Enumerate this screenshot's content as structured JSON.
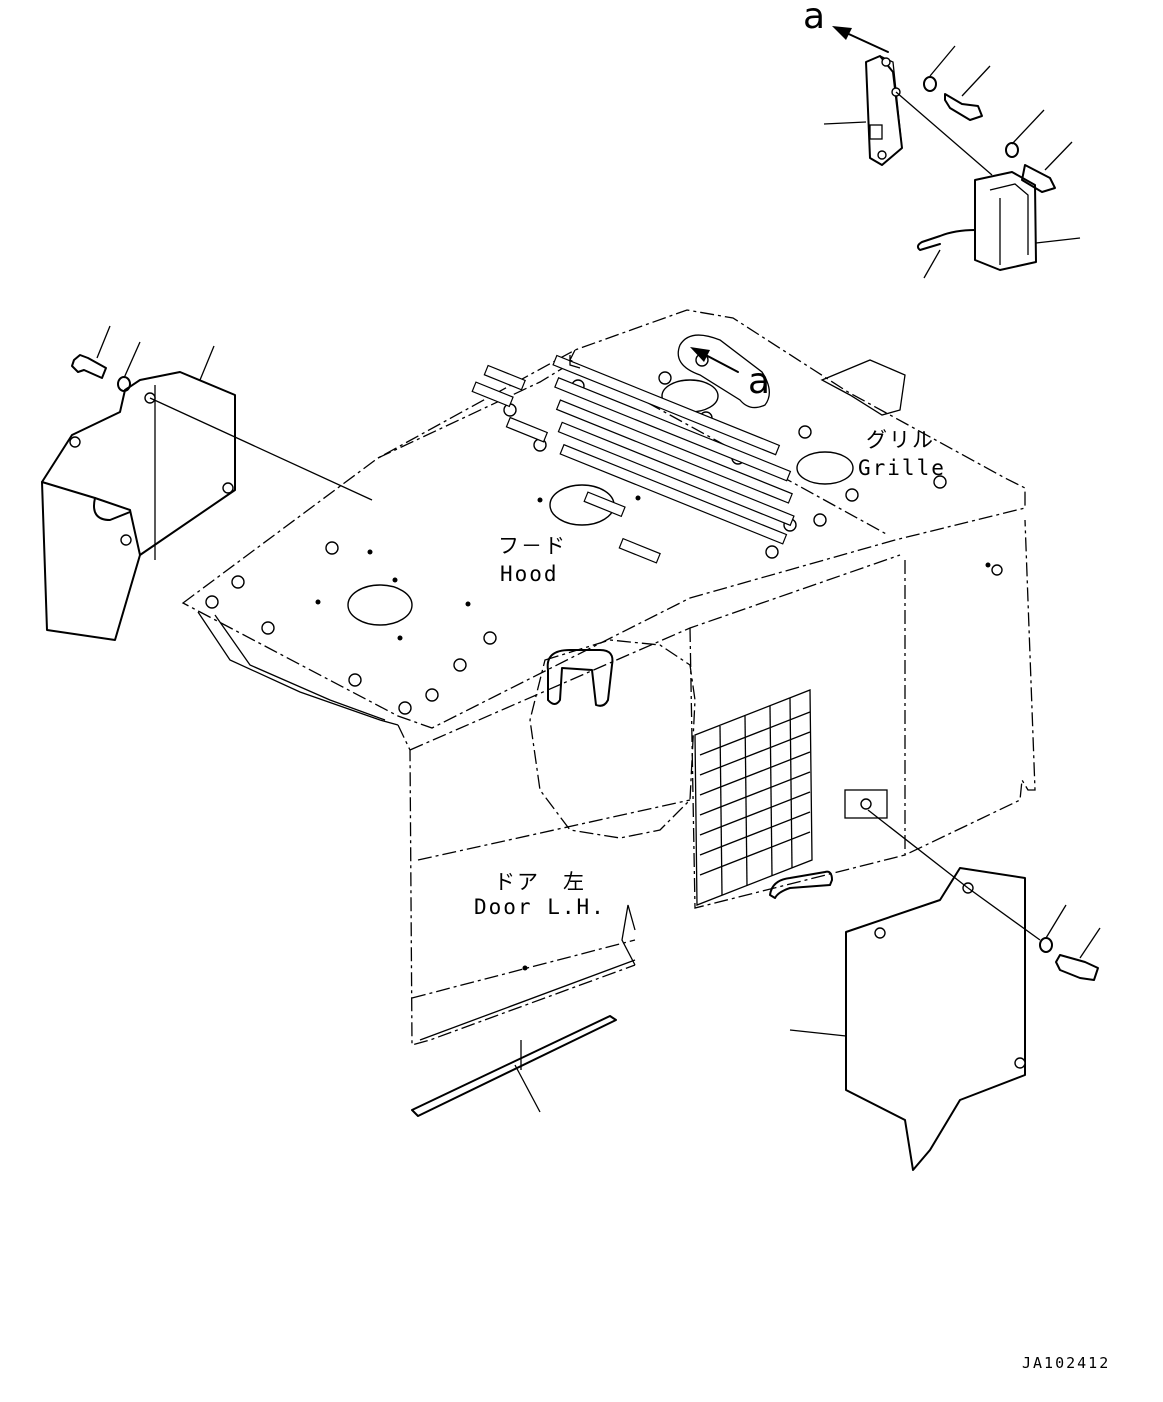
{
  "labels": {
    "hood_jp": "フ－ド",
    "hood_en": "Hood",
    "grille_jp": "グリル",
    "grille_en": "Grille",
    "door_jp": "ドア　左",
    "door_en": "Door L.H."
  },
  "view_ref": {
    "top": "a",
    "hood": "a"
  },
  "drawing_code": "JA102412",
  "colors": {
    "line": "#000000",
    "background": "#ffffff"
  }
}
